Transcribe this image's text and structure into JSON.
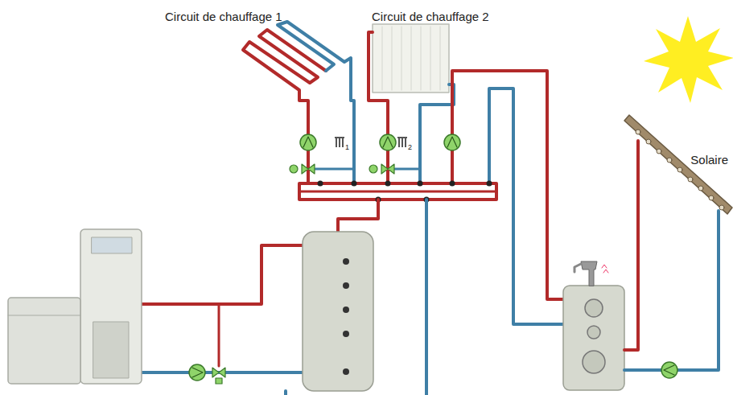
{
  "diagram": {
    "nodes": [
      {
        "text": [
          "Circuit de chauffage 1"
        ]
      },
      {
        "text": [
          "Circuit de chauffage 2"
        ]
      },
      {
        "text": [
          "Solaire"
        ]
      }
    ],
    "labels": [
      "1",
      "2"
    ]
  }
}
